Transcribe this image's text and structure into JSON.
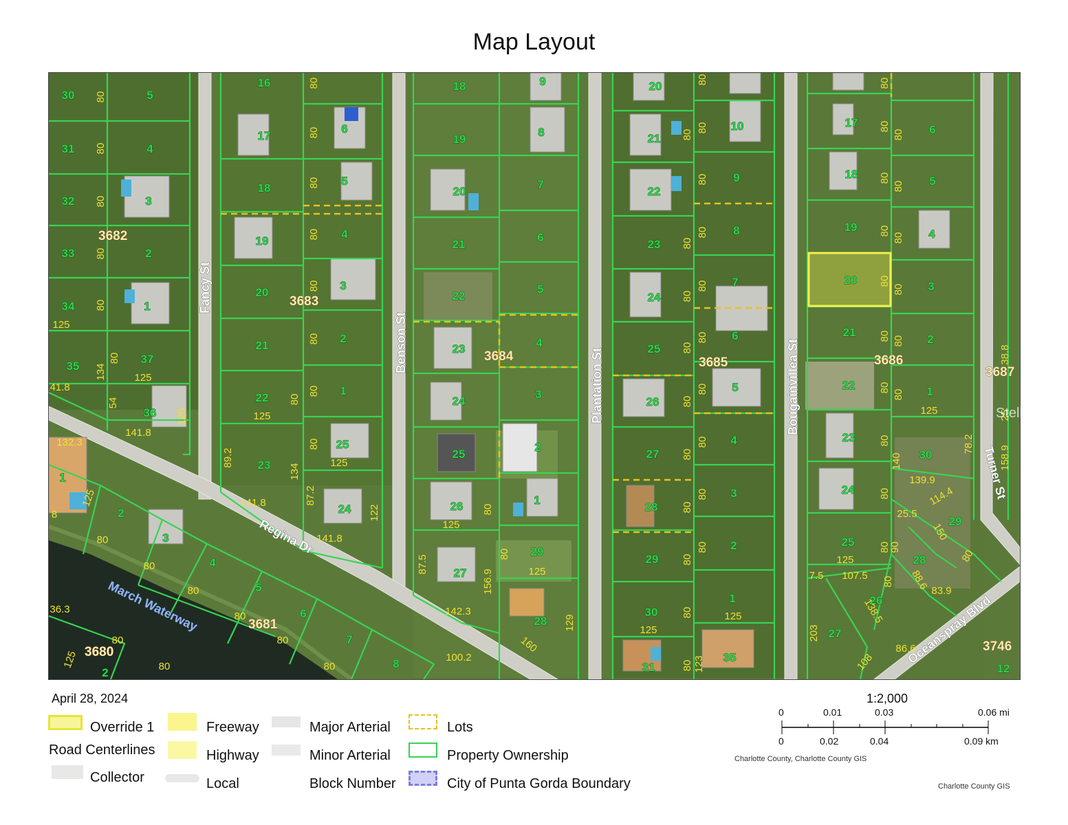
{
  "title": "Map Layout",
  "date": "April 28, 2024",
  "watermark": "StellarMLS",
  "scale": {
    "ratio": "1:2,000",
    "mi_ticks": [
      "0",
      "0.01",
      "0.03",
      "0.06 mi"
    ],
    "km_ticks": [
      "0",
      "0.02",
      "0.04",
      "0.09 km"
    ],
    "credit_1": "Charlotte County, Charlotte County GIS",
    "credit_2": "Charlotte County GIS"
  },
  "legend": {
    "override": "Override 1",
    "road_centerlines": "Road Centerlines",
    "collector": "Collector",
    "freeway": "Freeway",
    "highway": "Highway",
    "local": "Local",
    "major_arterial": "Major Arterial",
    "minor_arterial": "Minor Arterial",
    "block_number": "Block Number",
    "lots": "Lots",
    "property_ownership": "Property Ownership",
    "city_boundary": "City of Punta Gorda Boundary"
  },
  "colors": {
    "parcel_line": "#39d353",
    "lot_line": "#e8c21c",
    "highlight": "#f3ef4e",
    "block_label": "#ffe9b0",
    "lot_label": "#2bd64b",
    "dim_label": "#f0e030",
    "water": "#1e2a1e"
  },
  "streets": {
    "fancy": "Fancy St",
    "benson": "Benson St",
    "plantation": "Plantation St",
    "bougainvillea": "Bougainvillea St",
    "turner": "Turner St",
    "regina": "Regina Dr",
    "oceanspray": "Oceanspray Blvd",
    "waterway": "March Waterway"
  },
  "blocks": [
    "3682",
    "3683",
    "3684",
    "3685",
    "3686",
    "3687",
    "3681",
    "3680",
    "3746"
  ],
  "lots": {
    "col1": [
      "30",
      "31",
      "32",
      "33",
      "34",
      "35"
    ],
    "col2": [
      "5",
      "4",
      "3",
      "2",
      "1",
      "37",
      "36"
    ],
    "col3": [
      "16",
      "17",
      "18",
      "19",
      "20",
      "21",
      "22",
      "23"
    ],
    "col4": [
      "6",
      "5",
      "4",
      "3",
      "2",
      "1",
      "25",
      "24"
    ],
    "col5": [
      "18",
      "19",
      "20",
      "21",
      "22",
      "23",
      "24",
      "25",
      "26",
      "27"
    ],
    "col6": [
      "9",
      "8",
      "7",
      "6",
      "5",
      "4",
      "3",
      "2",
      "1",
      "29",
      "28"
    ],
    "col7": [
      "20",
      "21",
      "22",
      "23",
      "24",
      "25",
      "26",
      "27",
      "28",
      "29",
      "30",
      "31"
    ],
    "col8": [
      "10",
      "9",
      "8",
      "7",
      "6",
      "5",
      "4",
      "3",
      "2",
      "1",
      "35"
    ],
    "col9": [
      "17",
      "18",
      "19",
      "20",
      "21",
      "22",
      "23",
      "24",
      "25",
      "26",
      "27"
    ],
    "col10": [
      "6",
      "5",
      "4",
      "3",
      "2",
      "1",
      "30",
      "29",
      "28",
      "12"
    ],
    "south": [
      "1",
      "2",
      "3",
      "4",
      "5",
      "6",
      "7",
      "8",
      "2"
    ]
  },
  "dims": {
    "d80": "80",
    "d125": "125",
    "d134": "134",
    "d141_8": "141.8",
    "d89_2": "89.2",
    "d87_2": "87.2",
    "d122": "122",
    "d87_5": "87.5",
    "d156_9": "156.9",
    "d142_3": "142.3",
    "d160": "160",
    "d129": "129",
    "d123": "123",
    "d203": "203",
    "d108": "108",
    "d107_5": "107.5",
    "d7_5": "7.5",
    "d138_5": "138.5",
    "d86_6": "86.6",
    "d83_9": "83.9",
    "d88_6": "88.6",
    "d150": "150",
    "d114_4": "114.4",
    "d139_9": "139.9",
    "d140": "140",
    "d78_2": "78.2",
    "d38_8": "38.8",
    "d158_9": "158.9",
    "d25_5": "25.5",
    "d90": "90",
    "d100_2": "100.2",
    "d36_3": "36.3",
    "d132_3": "132.3",
    "d54": "54",
    "d8": "8",
    "d25": "25"
  }
}
